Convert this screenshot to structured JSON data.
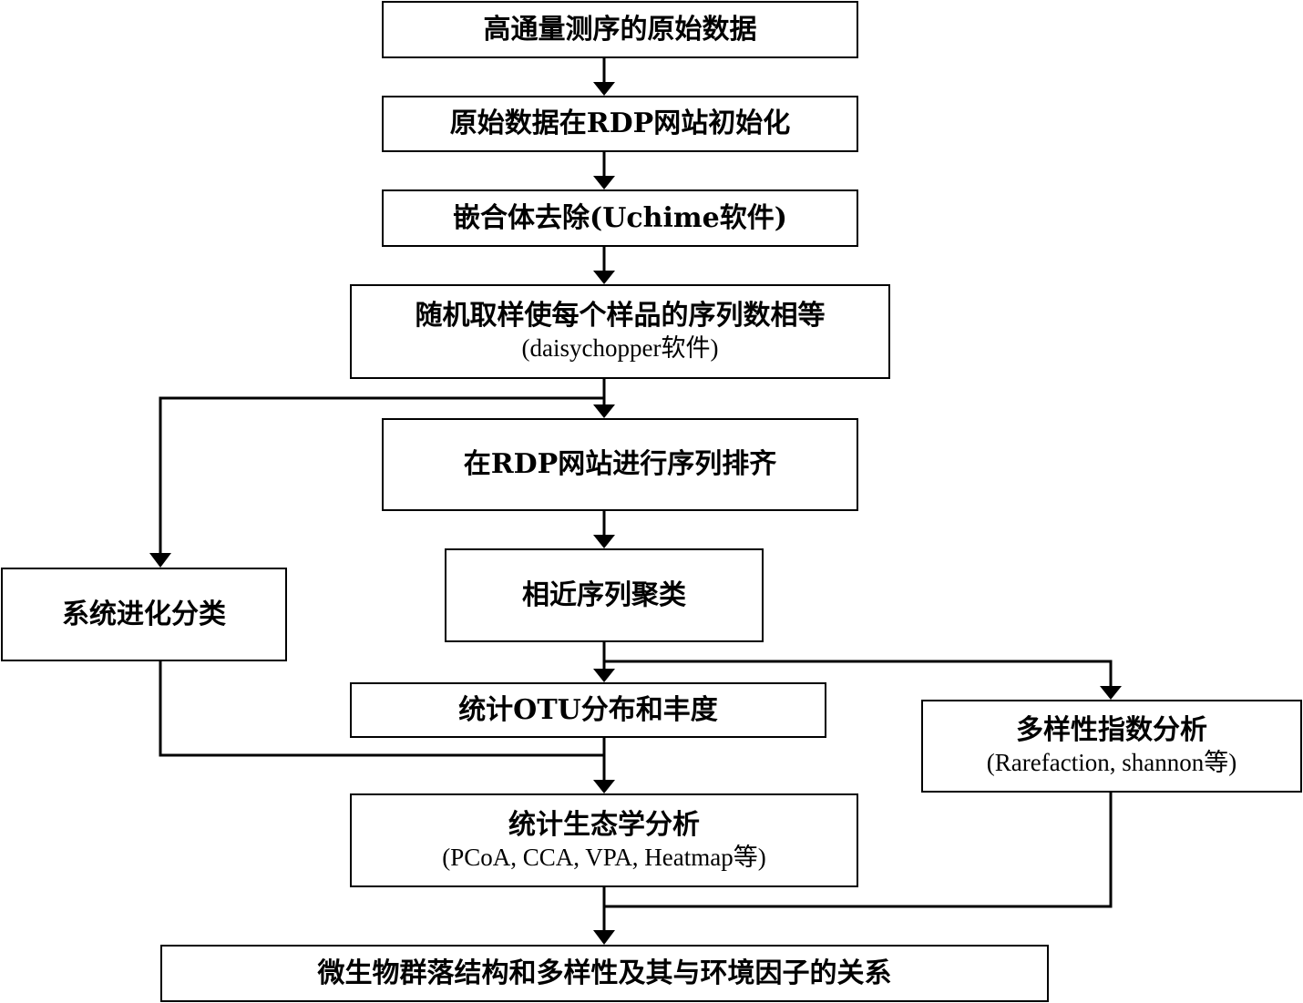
{
  "diagram": {
    "nodes": {
      "raw_data": {
        "label": "高通量测序的原始数据"
      },
      "rdp_init": {
        "label": "原始数据在RDP网站初始化"
      },
      "chimera_removal": {
        "label": "嵌合体去除(Uchime软件)"
      },
      "random_sampling": {
        "label": "随机取样使每个样品的序列数相等",
        "sub": "(daisychopper软件)"
      },
      "rdp_align": {
        "label": "在RDP网站进行序列排齐"
      },
      "phylo_classification": {
        "label": "系统进化分类"
      },
      "clustering": {
        "label": "相近序列聚类"
      },
      "otu_stats": {
        "label": "统计OTU分布和丰度"
      },
      "diversity_index": {
        "label": "多样性指数分析",
        "sub": "(Rarefaction, shannon等)"
      },
      "stat_ecology": {
        "label": "统计生态学分析",
        "sub": "(PCoA, CCA, VPA, Heatmap等)"
      },
      "relationship": {
        "label": "微生物群落结构和多样性及其与环境因子的关系"
      }
    },
    "edges": [
      {
        "from": "raw_data",
        "to": "rdp_init"
      },
      {
        "from": "rdp_init",
        "to": "chimera_removal"
      },
      {
        "from": "chimera_removal",
        "to": "random_sampling"
      },
      {
        "from": "random_sampling",
        "to": "rdp_align"
      },
      {
        "from": "random_sampling",
        "to": "phylo_classification"
      },
      {
        "from": "rdp_align",
        "to": "clustering"
      },
      {
        "from": "clustering",
        "to": "otu_stats"
      },
      {
        "from": "clustering",
        "to": "diversity_index"
      },
      {
        "from": "otu_stats",
        "to": "stat_ecology"
      },
      {
        "from": "phylo_classification",
        "to": "stat_ecology"
      },
      {
        "from": "stat_ecology",
        "to": "relationship"
      },
      {
        "from": "diversity_index",
        "to": "relationship"
      }
    ]
  }
}
